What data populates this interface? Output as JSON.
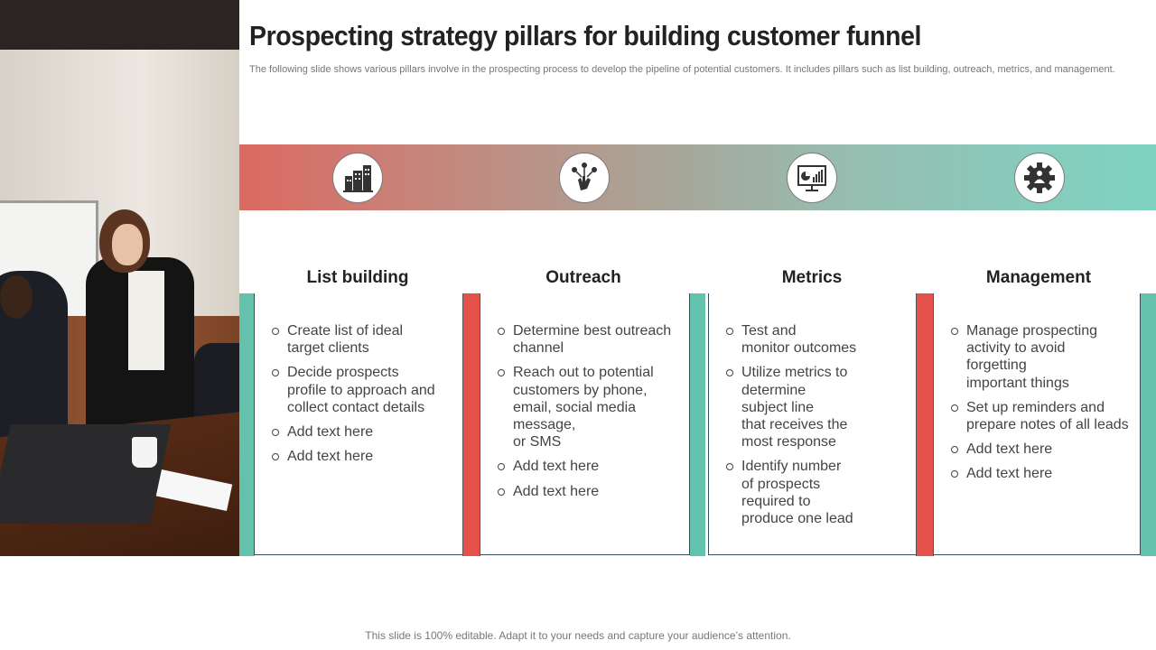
{
  "slide": {
    "title": "Prospecting strategy pillars for building customer funnel",
    "subtitle": "The following slide shows various pillars involve in the prospecting process to develop the pipeline of potential customers. It includes pillars such as list building, outreach, metrics, and management.",
    "footer": "This slide is 100% editable. Adapt it to your needs and capture your audience’s attention."
  },
  "colors": {
    "band_start": "#db6a62",
    "band_end": "#7ed3c2",
    "teal": "#63c2ae",
    "red": "#e4514a"
  },
  "pillars": [
    {
      "title": "List building",
      "icon": "buildings-icon",
      "items": [
        "Create list of ideal\ntarget clients",
        "Decide prospects\nprofile to approach and\ncollect contact details",
        "Add text here",
        "Add text here"
      ]
    },
    {
      "title": "Outreach",
      "icon": "network-hand-icon",
      "items": [
        "Determine best outreach\nchannel",
        "Reach out to potential\ncustomers by phone,\nemail, social media\nmessage,\nor SMS",
        "Add text here",
        "Add text here"
      ]
    },
    {
      "title": "Metrics",
      "icon": "presentation-chart-icon",
      "items": [
        "Test and\nmonitor outcomes",
        "Utilize metrics to\ndetermine\nsubject line\nthat receives the\nmost response",
        "Identify  number\nof prospects\nrequired to\nproduce one lead"
      ]
    },
    {
      "title": "Management",
      "icon": "gear-people-icon",
      "items": [
        "Manage prospecting\nactivity to avoid forgetting\nimportant things",
        "Set up reminders and\nprepare notes of all leads",
        "Add text here",
        "Add text here"
      ]
    }
  ]
}
